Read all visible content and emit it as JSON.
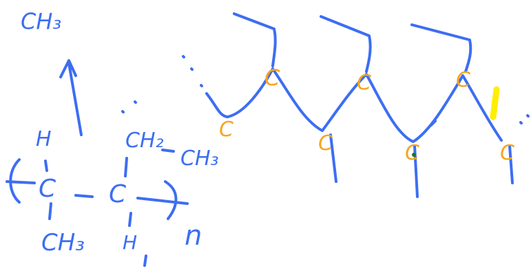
{
  "colors": {
    "background": "#ffffff",
    "blue_ink": "#3d6ef2",
    "orange_ink": "#f5a623",
    "yellow_highlight": "#ffee00",
    "green_dot": "#1d7a1d"
  },
  "monomer": {
    "top_group": "CH₃",
    "h_left": "H",
    "carbon_left": "C",
    "side_group_top": "CH₂",
    "side_group_sub": "CH₃",
    "carbon_right": "C",
    "bottom_group": "CH₃",
    "h_bottom": "H",
    "repeat_subscript": "n"
  },
  "chain": {
    "carbon_label": "C"
  }
}
